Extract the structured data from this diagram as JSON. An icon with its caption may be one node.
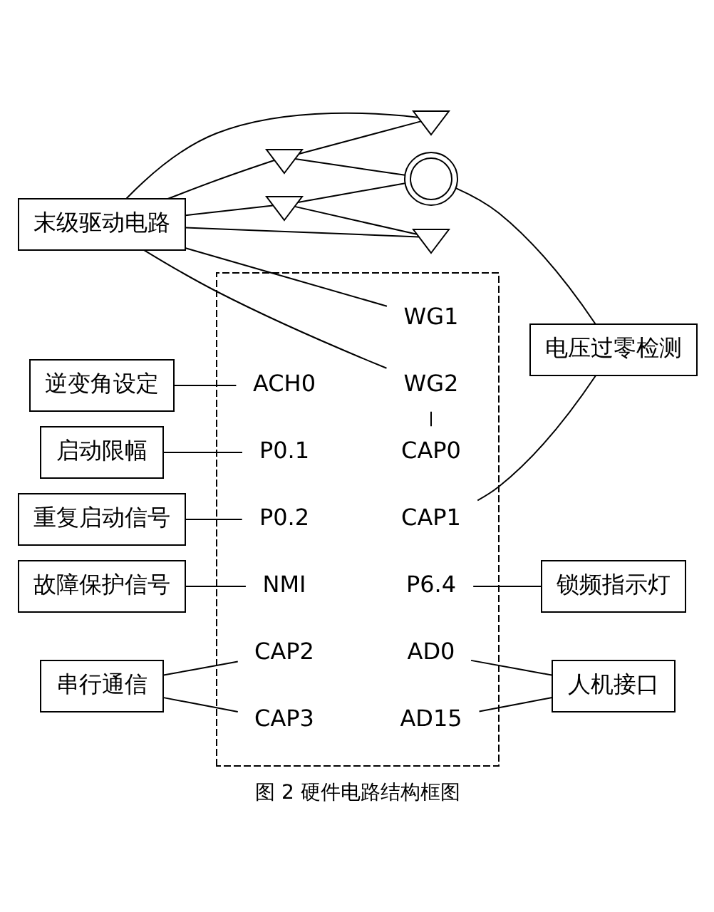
{
  "diagram": {
    "caption": "图 2 硬件电路结构框图",
    "nodes": [
      {
        "text": [],
        "shape": "thyristor"
      },
      {
        "text": [],
        "shape": "thyristor"
      },
      {
        "text": [],
        "shape": "thyristor"
      },
      {
        "text": [],
        "shape": "thyristor"
      },
      {
        "text": [],
        "shape": "transformer"
      },
      {
        "text": [
          "末级驱动电路"
        ]
      },
      {
        "text": [],
        "shape": "box"
      },
      {
        "text": [
          "WG1"
        ],
        "in": 6
      },
      {
        "text": [
          "WG2"
        ],
        "in": 6
      },
      {
        "text": [
          "ACH0"
        ],
        "in": 6
      },
      {
        "text": [
          "P0.1"
        ],
        "in": 6
      },
      {
        "text": [
          "P0.2"
        ],
        "in": 6
      },
      {
        "text": [
          "NMI"
        ],
        "in": 6
      },
      {
        "text": [
          "CAP2"
        ],
        "in": 6
      },
      {
        "text": [
          "CAP3"
        ],
        "in": 6
      },
      {
        "text": [
          "CAP0"
        ],
        "in": 6
      },
      {
        "text": [
          "CAP1"
        ],
        "in": 6
      },
      {
        "text": [
          "P6.4"
        ],
        "in": 6
      },
      {
        "text": [
          "AD0"
        ],
        "in": 6
      },
      {
        "text": [
          "AD15"
        ],
        "in": 6
      },
      {
        "text": [
          "逆变角设定"
        ]
      },
      {
        "text": [
          "启动限幅"
        ]
      },
      {
        "text": [
          "重复启动信号"
        ]
      },
      {
        "text": [
          "故障保护信号"
        ]
      },
      {
        "text": [
          "串行通信"
        ]
      },
      {
        "text": [
          "电压过零检测"
        ]
      },
      {
        "text": [
          "锁频指示灯"
        ]
      },
      {
        "text": [
          "人机接口"
        ]
      }
    ],
    "edges": [
      {
        "from": 0,
        "to": 2,
        "arrow": "none"
      },
      {
        "from": 1,
        "to": 3,
        "arrow": "none"
      },
      {
        "from": 0,
        "to": 4,
        "arrow": "none"
      },
      {
        "from": 1,
        "to": 4,
        "arrow": "none"
      },
      {
        "from": 5,
        "to": 0,
        "arrow": "none"
      },
      {
        "from": 5,
        "to": 2,
        "arrow": "none"
      },
      {
        "from": 5,
        "to": 1,
        "arrow": "none"
      },
      {
        "from": 5,
        "to": 3,
        "arrow": "none"
      },
      {
        "from": 4,
        "to": 25,
        "arrow": "none"
      },
      {
        "from": 5,
        "to": 7,
        "arrow": "none"
      },
      {
        "from": 5,
        "to": 8,
        "arrow": "none"
      },
      {
        "from": 8,
        "to": 15,
        "arrow": "none"
      },
      {
        "from": 20,
        "to": 9,
        "arrow": "none"
      },
      {
        "from": 21,
        "to": 10,
        "arrow": "none"
      },
      {
        "from": 22,
        "to": 11,
        "arrow": "none"
      },
      {
        "from": 23,
        "to": 12,
        "arrow": "none"
      },
      {
        "from": 24,
        "to": 13,
        "arrow": "none"
      },
      {
        "from": 24,
        "to": 14,
        "arrow": "none"
      },
      {
        "from": 16,
        "to": 25,
        "arrow": "none"
      },
      {
        "from": 17,
        "to": 26,
        "arrow": "none"
      },
      {
        "from": 18,
        "to": 27,
        "arrow": "none"
      },
      {
        "from": 19,
        "to": 27,
        "arrow": "none"
      }
    ]
  }
}
